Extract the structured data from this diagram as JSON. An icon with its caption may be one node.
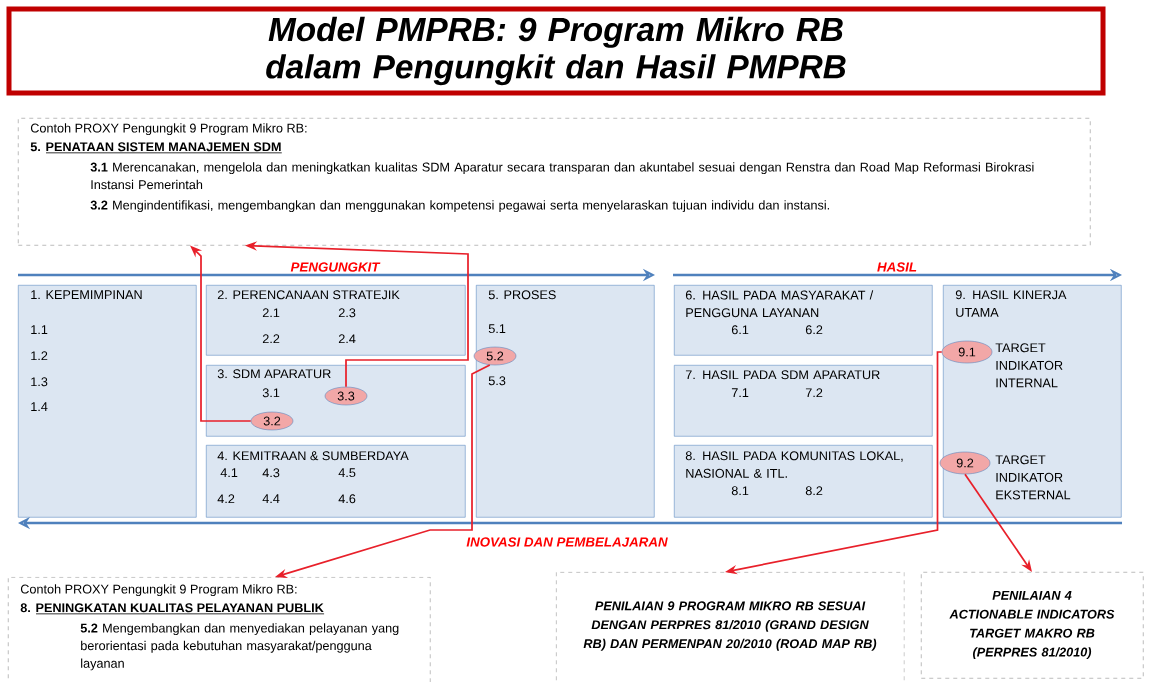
{
  "diagram": {
    "title": "Model PMPRB: 9 Program Mikro RB dalam Pengungkit dan Hasil PMPRB",
    "nodes": [
      {
        "text": [
          "Contoh PROXY Pengungkit 9 Program Mikro RB:",
          "5. PENATAAN SISTEM MANAJEMEN SDM",
          "**3.1** Merencanakan, mengelola dan meningkatkan kualitas SDM Aparatur secara transparan dan akuntabel sesuai dengan Renstra dan Road Map Reformasi Birokrasi Instansi Pemerintah",
          "**3.2** Mengindentifikasi, mengembangkan dan menggunakan kompetensi pegawai serta menyelaraskan tujuan individu dan instansi."
        ]
      },
      {
        "text": [
          "1. KEPEMIMPINAN",
          "1.1",
          "1.2",
          "1.3",
          "1.4"
        ]
      },
      {
        "text": [
          "2. PERENCANAAN STRATEJIK",
          "2.1",
          "2.3",
          "2.2",
          "2.4"
        ]
      },
      {
        "text": [
          "3. SDM APARATUR",
          "3.1"
        ]
      },
      {
        "text": [
          "3.3"
        ],
        "in": 3
      },
      {
        "text": [
          "3.2"
        ],
        "in": 3
      },
      {
        "text": [
          "4. KEMITRAAN & SUMBERDAYA",
          "4.1",
          "4.3",
          "4.5",
          "4.2",
          "4.4",
          "4.6"
        ]
      },
      {
        "text": [
          "5. PROSES",
          "5.1",
          "5.3"
        ]
      },
      {
        "text": [
          "5.2"
        ],
        "in": 7
      },
      {
        "text": [
          "6. HASIL PADA MASYARAKAT / PENGGUNA LAYANAN",
          "6.1",
          "6.2"
        ]
      },
      {
        "text": [
          "7. HASIL PADA SDM APARATUR",
          "7.1",
          "7.2"
        ]
      },
      {
        "text": [
          "8. HASIL PADA KOMUNITAS LOKAL, NASIONAL & ITL.",
          "8.1",
          "8.2"
        ]
      },
      {
        "text": [
          "9. HASIL KINERJA UTAMA",
          "TARGET INDIKATOR INTERNAL",
          "TARGET INDIKATOR EKSTERNAL"
        ]
      },
      {
        "text": [
          "9.1"
        ],
        "in": 12
      },
      {
        "text": [
          "9.2"
        ],
        "in": 12
      },
      {
        "text": [
          "Contoh PROXY Pengungkit 9 Program Mikro RB:",
          "8. PENINGKATAN KUALITAS PELAYANAN PUBLIK",
          "**5.2** Mengembangkan dan menyediakan pelayanan yang berorientasi pada kebutuhan masyarakat/pengguna layanan"
        ]
      },
      {
        "text": [
          "PENILAIAN 9 PROGRAM MIKRO RB SESUAI DENGAN PERPRES 81/2010 (GRAND DESIGN RB) DAN PERMENPAN 20/2010 (ROAD MAP RB)"
        ]
      },
      {
        "text": [
          "PENILAIAN 4 ACTIONABLE INDICATORS TARGET MAKRO RB (PERPRES 81/2010)"
        ]
      }
    ],
    "edges": [
      {
        "from": 5,
        "to": 0,
        "arrow": "to"
      },
      {
        "from": 4,
        "to": 0,
        "arrow": "to"
      },
      {
        "from": 8,
        "to": 15,
        "arrow": "to"
      },
      {
        "from": 13,
        "to": 16,
        "arrow": "to"
      },
      {
        "from": 14,
        "to": 17,
        "arrow": "to"
      }
    ],
    "labels": [
      "PENGUNGKIT",
      "HASIL",
      "INOVASI DAN PEMBELAJARAN"
    ]
  }
}
